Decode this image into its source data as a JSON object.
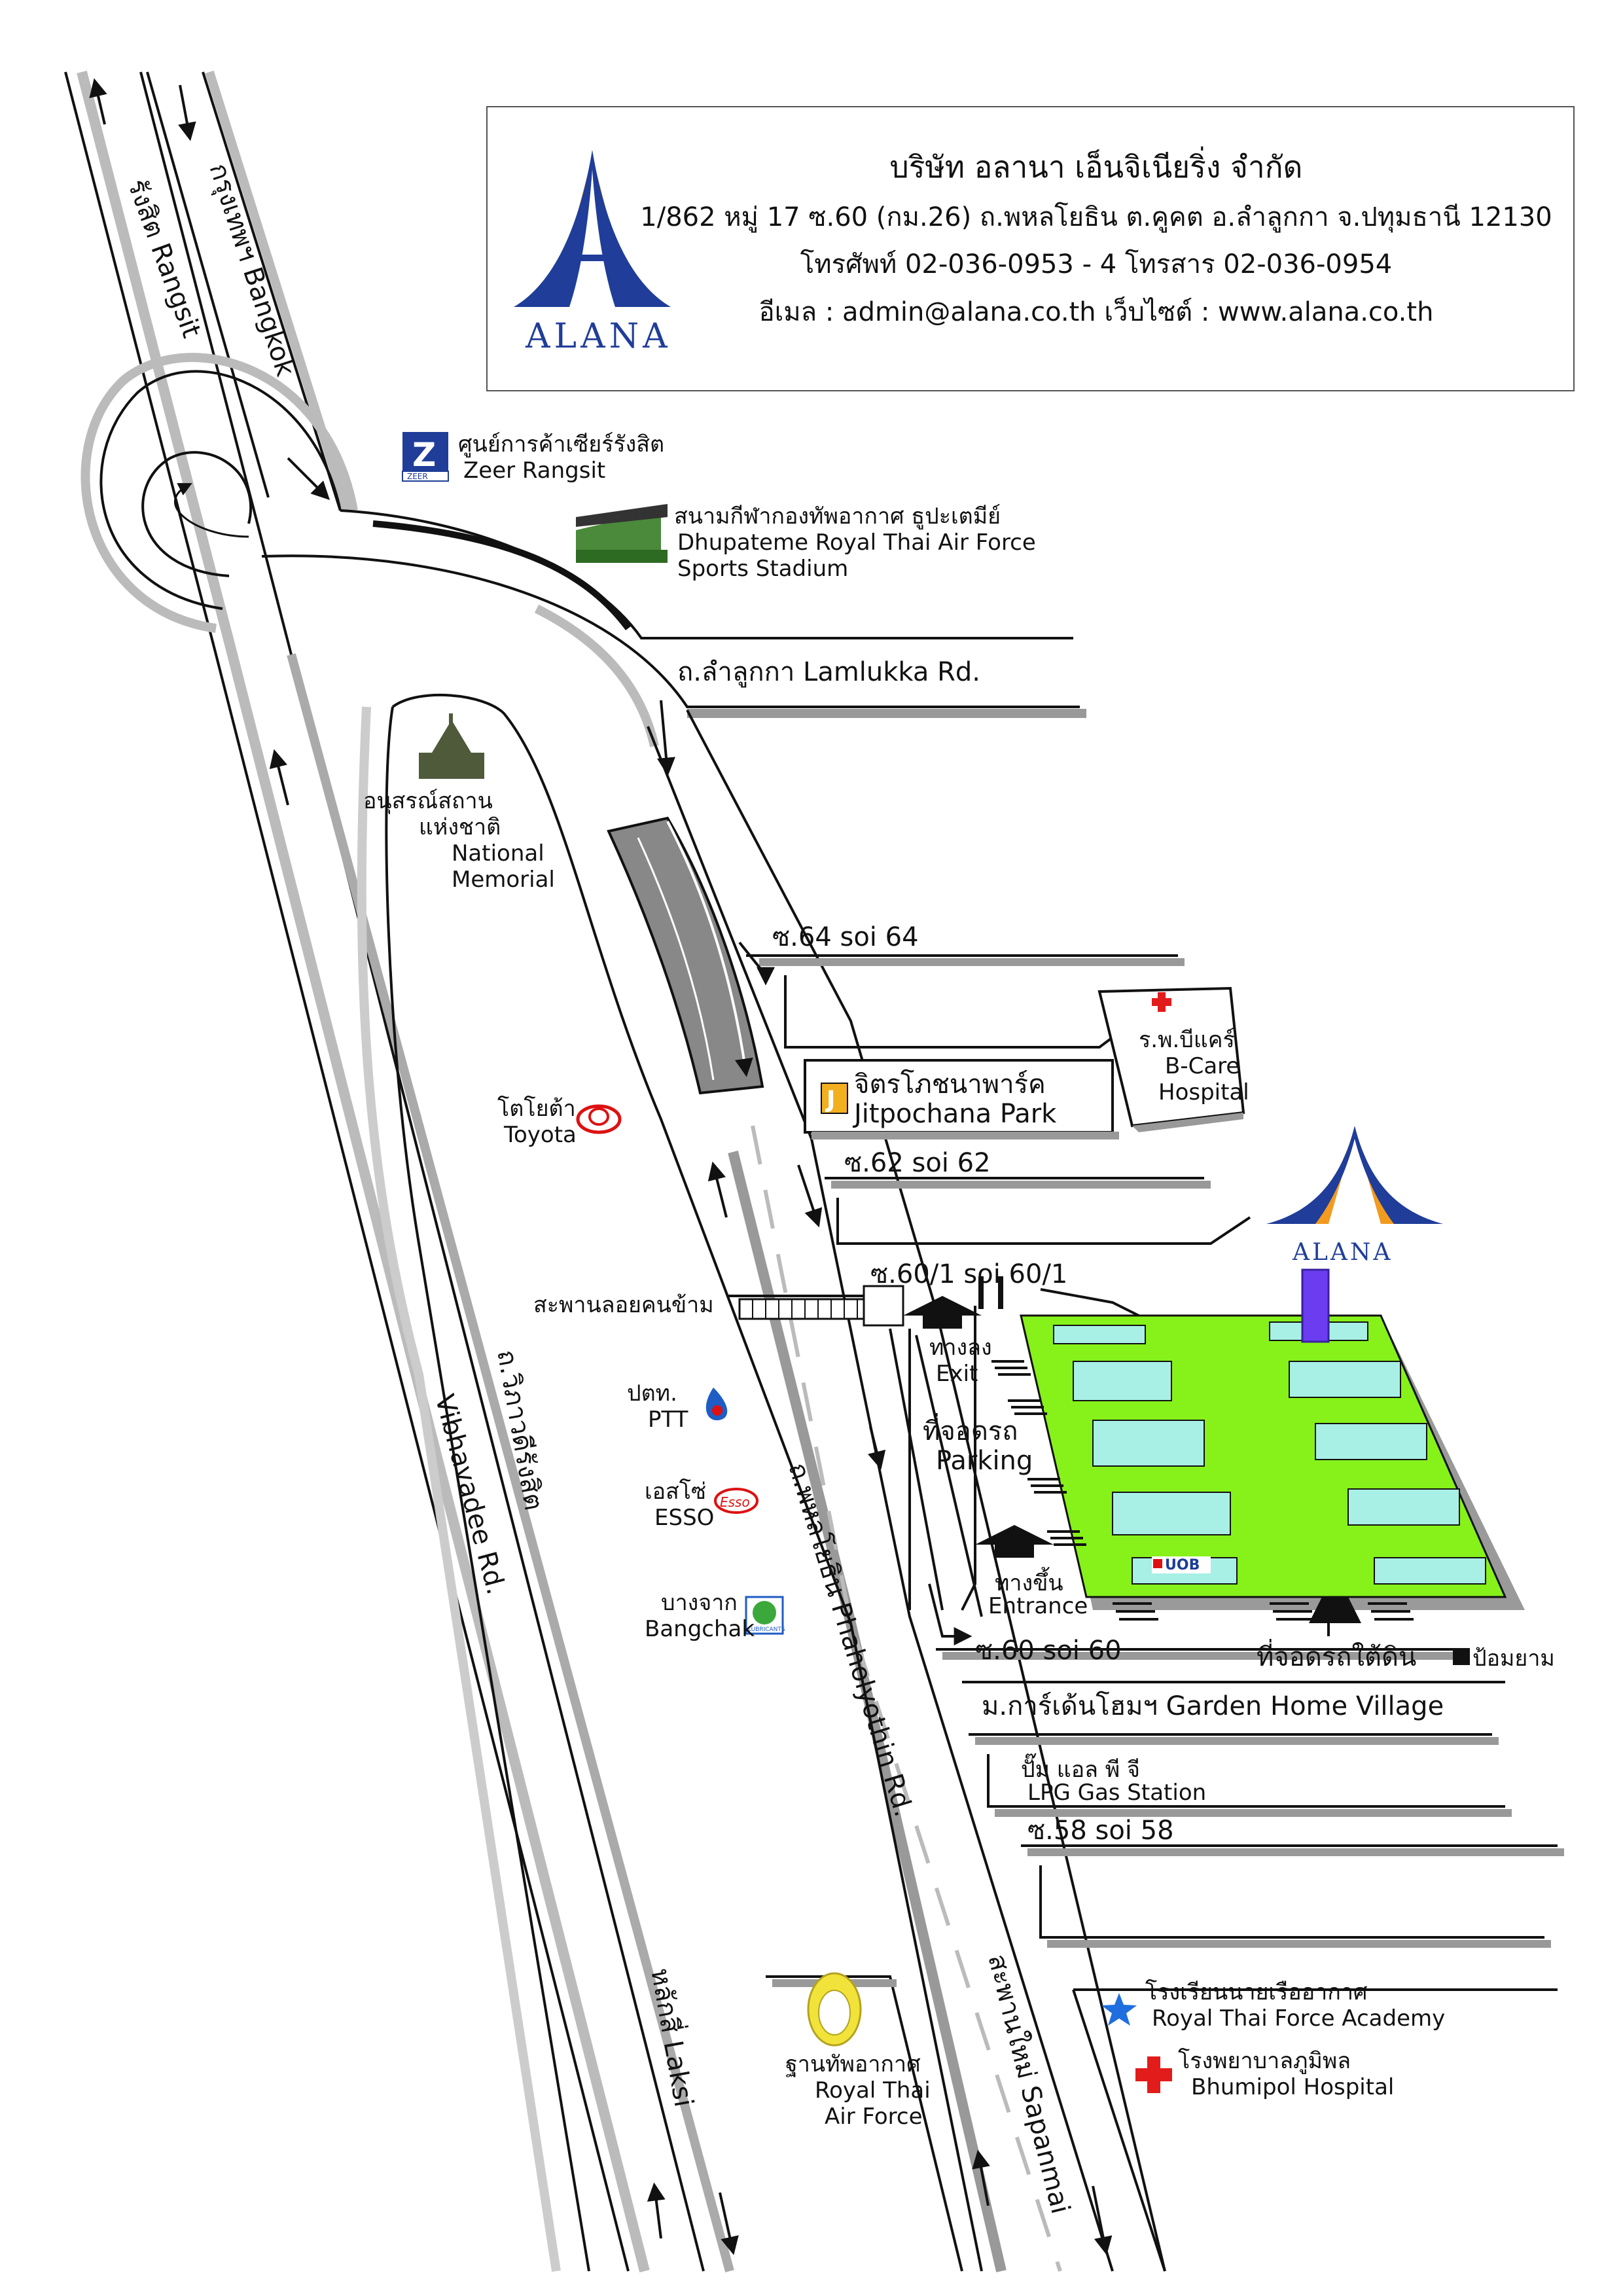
{
  "company": {
    "name": "บริษัท อลานา เอ็นจิเนียริ่ง จำกัด",
    "address": "1/862 หมู่ 17 ซ.60 (กม.26) ถ.พหลโยธิน ต.คูคต อ.ลำลูกกา จ.ปทุมธานี 12130",
    "phone_fax": "โทรศัพท์ 02-036-0953 - 4  โทรสาร 02-036-0954",
    "contact": "อีเมล : admin@alana.co.th  เว็บไซต์ : www.alana.co.th",
    "logo_text": "ALANA",
    "colors": {
      "blue": "#1f3d99",
      "orange": "#f29b1f",
      "building": "#86f21a",
      "bar": "#6b3cf0"
    }
  },
  "roads": {
    "rangsit": "รังสิต Rangsit",
    "bangkok": "กรุงเทพฯ Bangkok",
    "lamlukka": "ถ.ลำลูกกา Lamlukka Rd.",
    "vibhavadee_th": "ถ.วิภาวดีรังสิต",
    "vibhavadee_en": "Vibhavadee Rd.",
    "phaholyothin": "ถ.พหลโยธิน Phaholyothin Rd.",
    "laksi": "หลักสี่ Laksi",
    "sapanmai": "สะพานใหม่ Sapanmai",
    "soi64": "ซ.64 soi 64",
    "soi62": "ซ.62 soi 62",
    "soi60_1": "ซ.60/1 soi 60/1",
    "soi60": "ซ.60 soi 60",
    "soi58": "ซ.58 soi 58",
    "footbridge": "สะพานลอยคนข้าม"
  },
  "landmarks": {
    "zeer_th": "ศูนย์การค้าเซียร์รังสิต",
    "zeer_en": "Zeer Rangsit",
    "zeer_logo": "ZEER",
    "stadium_th": "สนามกีฬากองทัพอากาศ ธูปะเตมีย์",
    "stadium_en1": "Dhupateme Royal Thai Air Force",
    "stadium_en2": "Sports Stadium",
    "memorial_th1": "อนุสรณ์สถาน",
    "memorial_th2": "แห่งชาติ",
    "memorial_en1": "National",
    "memorial_en2": "Memorial",
    "toyota_th": "โตโยต้า",
    "toyota_en": "Toyota",
    "ptt_th": "ปตท.",
    "ptt_en": "PTT",
    "esso_th": "เอสโซ่",
    "esso_en": "ESSO",
    "esso_logo": "Esso",
    "bangchak_th": "บางจาก",
    "bangchak_en": "Bangchak",
    "bangchak_logo": "LUBRICANTS",
    "bcare_th": "ร.พ.บีแคร์",
    "bcare_en1": "B-Care",
    "bcare_en2": "Hospital",
    "jitpochana_th": "จิตรโภชนาพาร์ค",
    "jitpochana_en": "Jitpochana Park",
    "exit_th": "ทางลง",
    "exit_en": "Exit",
    "parking_th": "ที่จอดรถ",
    "parking_en": "Parking",
    "entrance_th": "ทางขึ้น",
    "entrance_en": "Entrance",
    "uob": "UOB",
    "underground_parking": "ที่จอดรถใต้ดิน",
    "guard": "ป้อมยาม",
    "garden_home": "ม.การ์เด้นโฮมฯ Garden Home Village",
    "lpg_th": "ปั๊ม แอล พี จี",
    "lpg_en": "LPG Gas Station",
    "airforce_th": "ฐานทัพอากาศ",
    "airforce_en1": "Royal Thai",
    "airforce_en2": "Air Force",
    "academy_th": "โรงเรียนนายเรืออากาศ",
    "academy_en": "Royal Thai Force Academy",
    "bhumipol_th": "โรงพยาบาลภูมิพล",
    "bhumipol_en": "Bhumipol Hospital"
  }
}
